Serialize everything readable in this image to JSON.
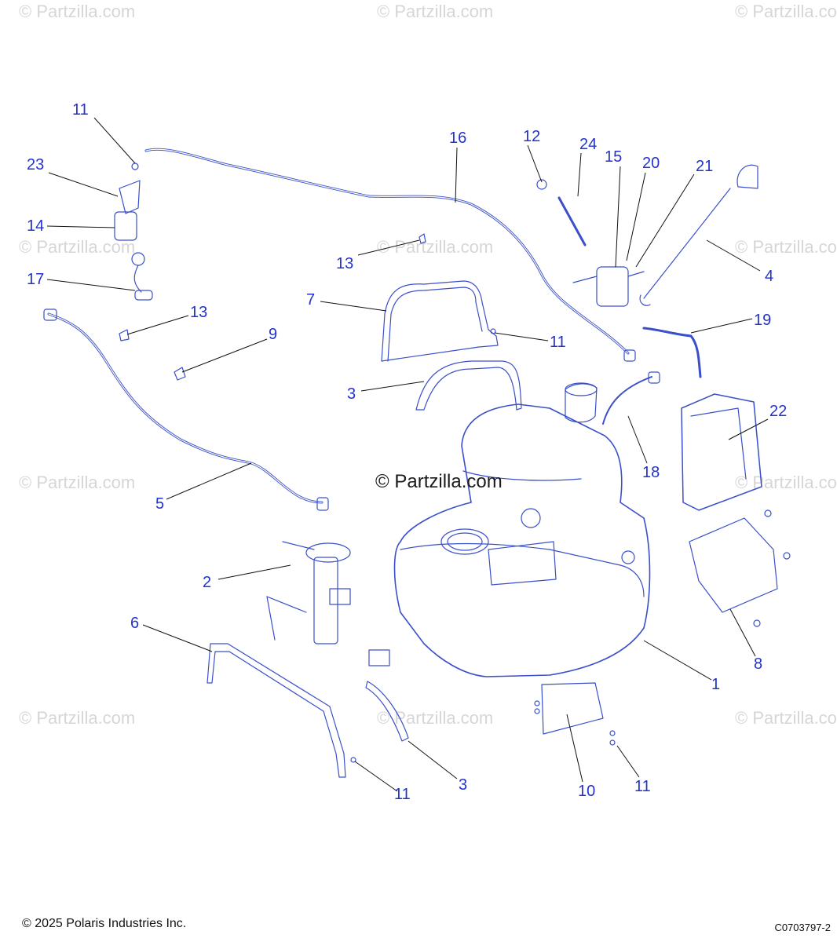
{
  "watermark": "© Partzilla.com",
  "center_watermark": "© Partzilla.com",
  "footer": {
    "copyright": "© 2025 Polaris Industries Inc.",
    "figure_code": "C0703797-2"
  },
  "callouts": [
    {
      "id": "c11a",
      "label": "11"
    },
    {
      "id": "c23",
      "label": "23"
    },
    {
      "id": "c14",
      "label": "14"
    },
    {
      "id": "c17",
      "label": "17"
    },
    {
      "id": "c16",
      "label": "16"
    },
    {
      "id": "c12",
      "label": "12"
    },
    {
      "id": "c24",
      "label": "24"
    },
    {
      "id": "c15",
      "label": "15"
    },
    {
      "id": "c20",
      "label": "20"
    },
    {
      "id": "c21",
      "label": "21"
    },
    {
      "id": "c4",
      "label": "4"
    },
    {
      "id": "c13a",
      "label": "13"
    },
    {
      "id": "c7",
      "label": "7"
    },
    {
      "id": "c13b",
      "label": "13"
    },
    {
      "id": "c9",
      "label": "9"
    },
    {
      "id": "c11b",
      "label": "11"
    },
    {
      "id": "c19",
      "label": "19"
    },
    {
      "id": "c3a",
      "label": "3"
    },
    {
      "id": "c22",
      "label": "22"
    },
    {
      "id": "c18",
      "label": "18"
    },
    {
      "id": "c5",
      "label": "5"
    },
    {
      "id": "c2",
      "label": "2"
    },
    {
      "id": "c6",
      "label": "6"
    },
    {
      "id": "c8",
      "label": "8"
    },
    {
      "id": "c1",
      "label": "1"
    },
    {
      "id": "c11c",
      "label": "11"
    },
    {
      "id": "c3b",
      "label": "3"
    },
    {
      "id": "c10",
      "label": "10"
    },
    {
      "id": "c11d",
      "label": "11"
    }
  ]
}
